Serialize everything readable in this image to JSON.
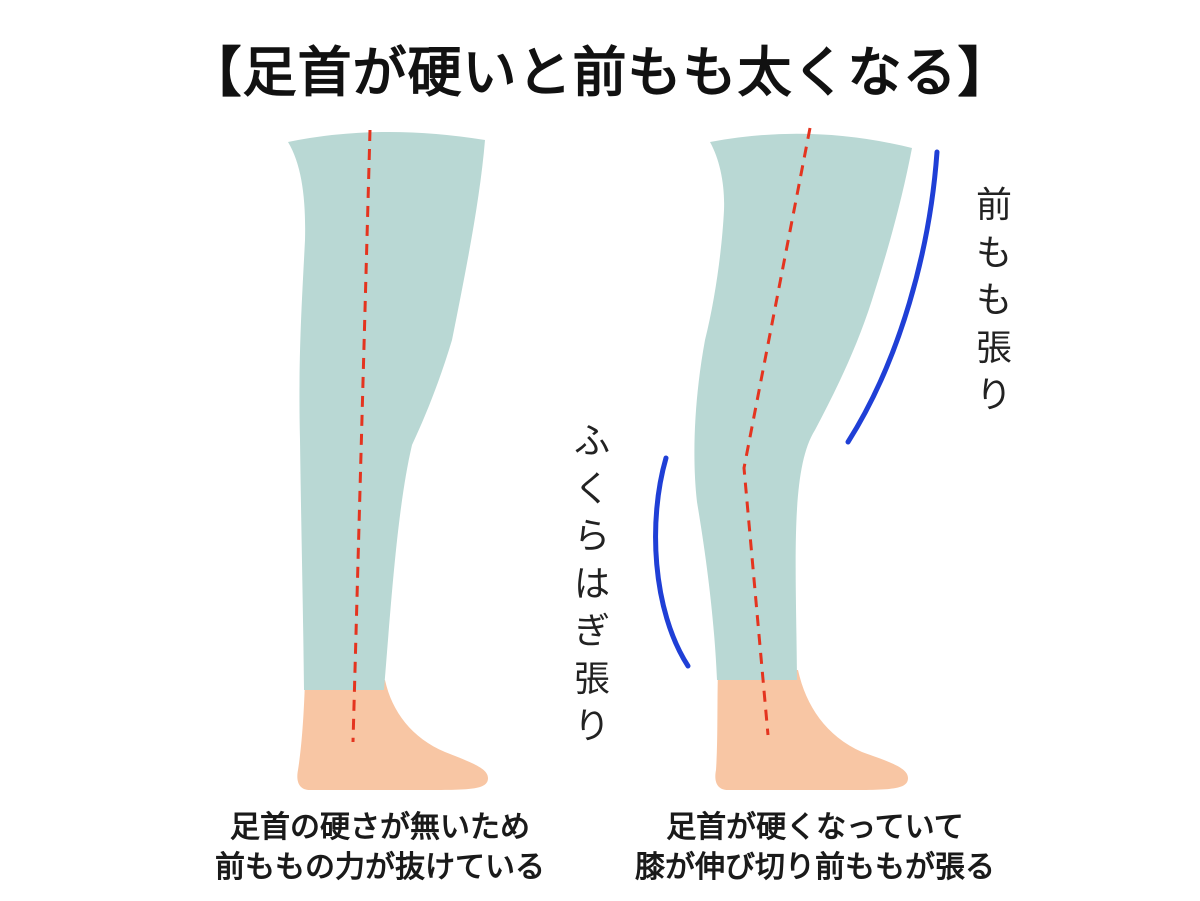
{
  "title": "【足首が硬いと前もも太くなる】",
  "captions": {
    "left": [
      "足首の硬さが無いため",
      "前ももの力が抜けている"
    ],
    "right": [
      "足首が硬くなっていて",
      "膝が伸び切り前ももが張る"
    ]
  },
  "labels": {
    "thigh": "前もも張り",
    "calf": "ふくらはぎ張り"
  },
  "colors": {
    "leg": "#b9d8d4",
    "foot": "#f8c6a4",
    "axis_line": "#e4341f",
    "tension_line": "#1f3fd6"
  }
}
